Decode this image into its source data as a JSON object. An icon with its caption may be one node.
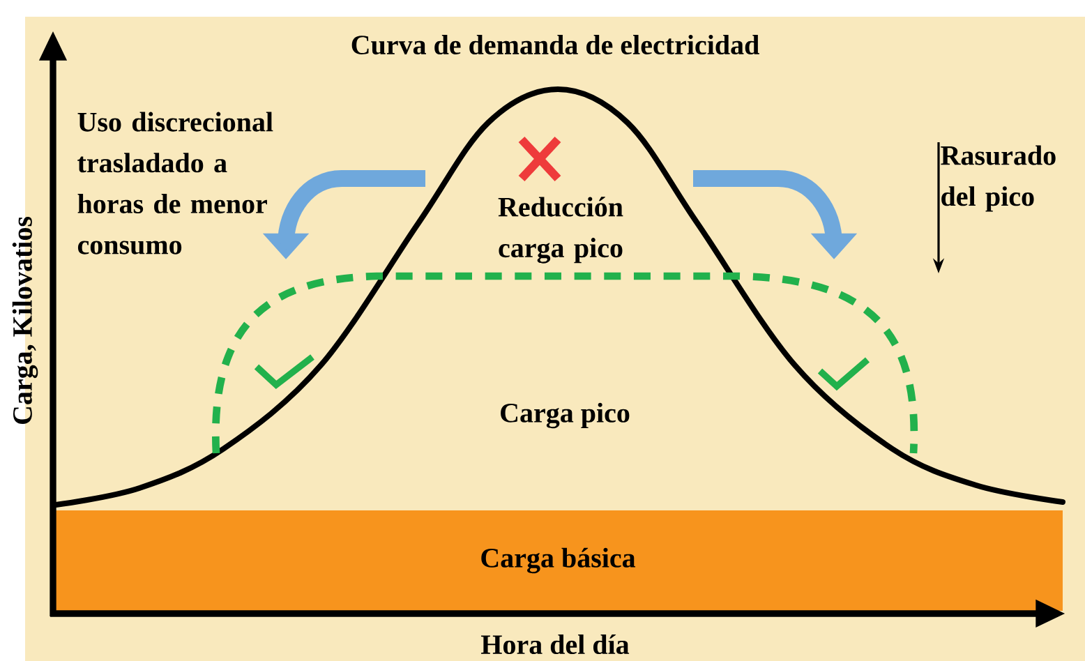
{
  "diagram": {
    "title": "Curva de demanda de electricidad",
    "nodes": [
      {
        "text": [
          "Carga básica"
        ]
      }
    ],
    "labels": [
      "Uso discrecional trasladado a horas de menor consumo",
      "Reducción carga pico",
      "Rasurado del pico",
      "Carga pico",
      "Carga, Kilovatios",
      "Hora del día"
    ]
  }
}
